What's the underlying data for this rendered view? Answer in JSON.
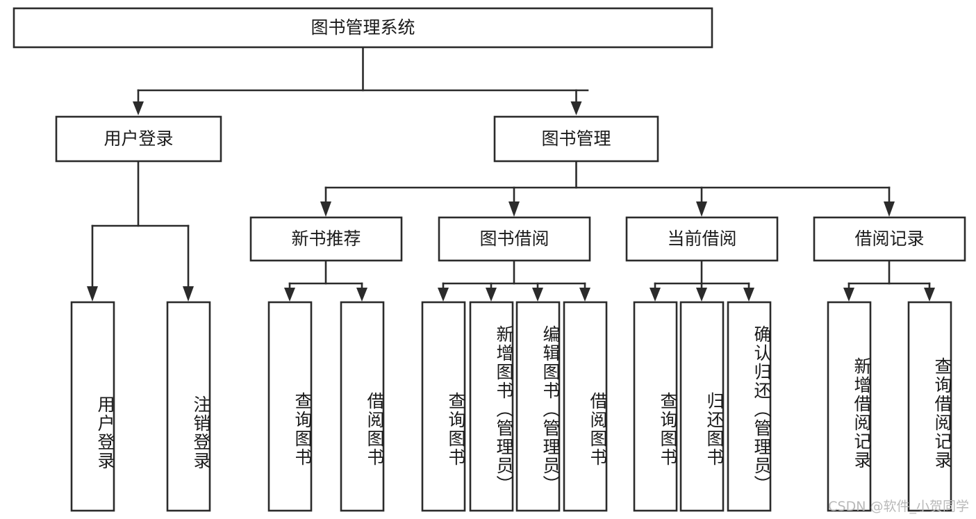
{
  "diagram": {
    "type": "tree-hierarchy",
    "title": "图书管理系统",
    "orientation": "top-down",
    "root": {
      "id": "root",
      "label": "图书管理系统",
      "text_direction": "horizontal"
    },
    "level2": [
      {
        "id": "user-login",
        "label": "用户登录",
        "text_direction": "horizontal"
      },
      {
        "id": "book-manage",
        "label": "图书管理",
        "text_direction": "horizontal"
      }
    ],
    "level3": [
      {
        "id": "new-book-recommend",
        "label": "新书推荐",
        "parent": "book-manage",
        "text_direction": "horizontal"
      },
      {
        "id": "book-borrow",
        "label": "图书借阅",
        "parent": "book-manage",
        "text_direction": "horizontal"
      },
      {
        "id": "current-borrow",
        "label": "当前借阅",
        "parent": "book-manage",
        "text_direction": "horizontal"
      },
      {
        "id": "borrow-record",
        "label": "借阅记录",
        "parent": "book-manage",
        "text_direction": "horizontal"
      }
    ],
    "leaves": [
      {
        "id": "leaf-user-login",
        "label": "用户登录",
        "parent": "user-login",
        "text_direction": "vertical"
      },
      {
        "id": "leaf-user-logout",
        "label": "注销登录",
        "parent": "user-login",
        "text_direction": "vertical"
      },
      {
        "id": "leaf-query-book-1",
        "label": "查询图书",
        "parent": "new-book-recommend",
        "text_direction": "vertical"
      },
      {
        "id": "leaf-borrow-book-1",
        "label": "借阅图书",
        "parent": "new-book-recommend",
        "text_direction": "vertical"
      },
      {
        "id": "leaf-query-book-2",
        "label": "查询图书",
        "parent": "book-borrow",
        "text_direction": "vertical"
      },
      {
        "id": "leaf-add-book",
        "label": "新增图书（管理员）",
        "parent": "book-borrow",
        "text_direction": "vertical"
      },
      {
        "id": "leaf-edit-book",
        "label": "编辑图书（管理员）",
        "parent": "book-borrow",
        "text_direction": "vertical"
      },
      {
        "id": "leaf-borrow-book-2",
        "label": "借阅图书",
        "parent": "book-borrow",
        "text_direction": "vertical"
      },
      {
        "id": "leaf-query-book-3",
        "label": "查询图书",
        "parent": "current-borrow",
        "text_direction": "vertical"
      },
      {
        "id": "leaf-return-book",
        "label": "归还图书",
        "parent": "current-borrow",
        "text_direction": "vertical"
      },
      {
        "id": "leaf-confirm-return",
        "label": "确认归还（管理员）",
        "parent": "current-borrow",
        "text_direction": "vertical"
      },
      {
        "id": "leaf-add-record",
        "label": "新增借阅记录",
        "parent": "borrow-record",
        "text_direction": "vertical"
      },
      {
        "id": "leaf-query-record",
        "label": "查询借阅记录",
        "parent": "borrow-record",
        "text_direction": "vertical"
      }
    ],
    "colors": {
      "stroke": "#2b2b2b",
      "fill": "#ffffff",
      "text": "#1a1a1a",
      "watermark": "#b9b9b9"
    }
  },
  "watermark": {
    "text": "CSDN @软件_小贺同学"
  }
}
